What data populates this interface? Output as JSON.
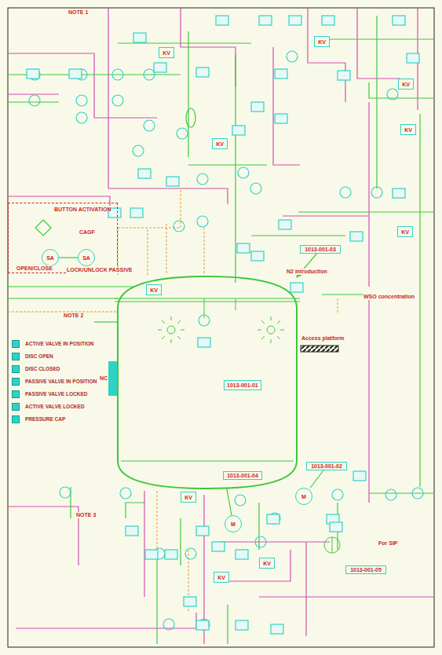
{
  "diagram": {
    "nodes": [
      {
        "text": [
          "1013-001-01"
        ]
      },
      {
        "text": [
          "1013-001-04"
        ],
        "in": 0
      },
      {
        "text": [
          "1013-001-03"
        ]
      },
      {
        "text": [
          "1013-001-02"
        ]
      },
      {
        "text": [
          "1013-001-05"
        ]
      },
      {
        "text": [
          "M"
        ]
      },
      {
        "text": [
          "M"
        ]
      },
      {
        "text": [
          "BUTTON ACTIVATION"
        ]
      },
      {
        "text": [
          "SA"
        ],
        "in": 7
      },
      {
        "text": [
          "SA"
        ],
        "in": 7
      },
      {
        "text": [
          "KV"
        ]
      },
      {
        "text": [
          "KV"
        ]
      },
      {
        "text": [
          "KV"
        ]
      },
      {
        "text": [
          "KV"
        ]
      },
      {
        "text": [
          "KV"
        ]
      },
      {
        "text": [
          "KV"
        ]
      },
      {
        "text": [
          "KV"
        ]
      },
      {
        "text": [
          "KV"
        ]
      },
      {
        "text": [
          "KV"
        ]
      },
      {
        "text": [
          "KV"
        ]
      }
    ],
    "edges": [
      {
        "from": 5,
        "to": 0,
        "arrow": "none"
      },
      {
        "from": 6,
        "to": 3,
        "arrow": "none"
      },
      {
        "from": 2,
        "to": 0,
        "arrow": "to"
      },
      {
        "from": 8,
        "to": 9,
        "arrow": "none"
      }
    ],
    "labels": [
      "NOTE 1",
      "CAGF",
      "OPEN/CLOSE",
      "LOCK/UNLOCK PASSIVE",
      "N2 introduction",
      "WSO concentration",
      "Access platform",
      "NC",
      "NOTE 2",
      "NOTE 3",
      "For SIP"
    ],
    "legend": [
      {
        "text": "ACTIVE VALVE IN POSITION",
        "color": "#2ed3c6"
      },
      {
        "text": "DISC OPEN",
        "color": "#2ed3c6"
      },
      {
        "text": "DISC CLOSED",
        "color": "#2ed3c6"
      },
      {
        "text": "PASSIVE VALVE IN POSITION",
        "color": "#2ed3c6"
      },
      {
        "text": "PASSIVE VALVE LOCKED",
        "color": "#2ed3c6"
      },
      {
        "text": "ACTIVE VALVE LOCKED",
        "color": "#2ed3c6"
      },
      {
        "text": "PRESSURE CAP",
        "color": "#2ed3c6"
      }
    ]
  }
}
